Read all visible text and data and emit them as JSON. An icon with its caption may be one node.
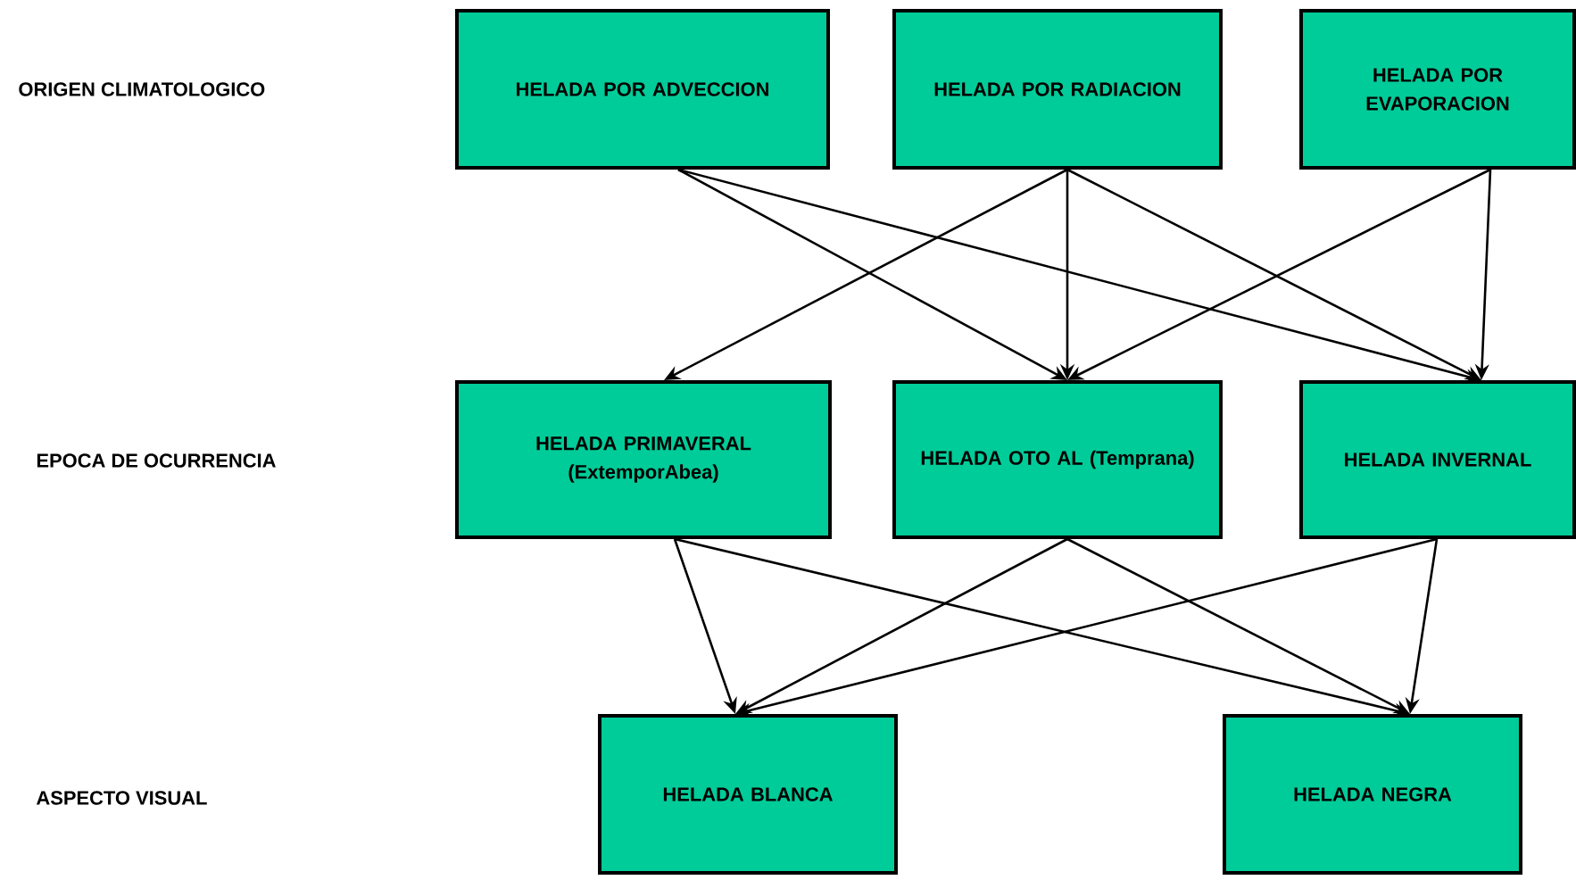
{
  "diagram": {
    "nodes": [
      {
        "text": [
          "HELADA POR ADVECCION"
        ]
      },
      {
        "text": [
          "HELADA POR RADIACION"
        ]
      },
      {
        "text": [
          "HELADA POR EVAPORACION"
        ]
      },
      {
        "text": [
          "HELADA PRIMAVERAL (ExtemporAbea)"
        ]
      },
      {
        "text": [
          "HELADA OTO AL (Temprana)"
        ]
      },
      {
        "text": [
          "HELADA INVERNAL"
        ]
      },
      {
        "text": [
          "HELADA BLANCA"
        ]
      },
      {
        "text": [
          "HELADA NEGRA"
        ]
      }
    ],
    "edges": [
      {
        "from": 0,
        "to": 4,
        "arrow": "to"
      },
      {
        "from": 0,
        "to": 5,
        "arrow": "to"
      },
      {
        "from": 1,
        "to": 3,
        "arrow": "to"
      },
      {
        "from": 1,
        "to": 4,
        "arrow": "to"
      },
      {
        "from": 1,
        "to": 5,
        "arrow": "to"
      },
      {
        "from": 2,
        "to": 4,
        "arrow": "to"
      },
      {
        "from": 2,
        "to": 5,
        "arrow": "to"
      },
      {
        "from": 3,
        "to": 6,
        "arrow": "to"
      },
      {
        "from": 3,
        "to": 7,
        "arrow": "to"
      },
      {
        "from": 4,
        "to": 6,
        "arrow": "to"
      },
      {
        "from": 4,
        "to": 7,
        "arrow": "to"
      },
      {
        "from": 5,
        "to": 6,
        "arrow": "to"
      },
      {
        "from": 5,
        "to": 7,
        "arrow": "to"
      }
    ],
    "labels": [
      "ORIGEN CLIMATOLOGICO",
      "EPOCA DE OCURRENCIA",
      "ASPECTO VISUAL"
    ]
  }
}
